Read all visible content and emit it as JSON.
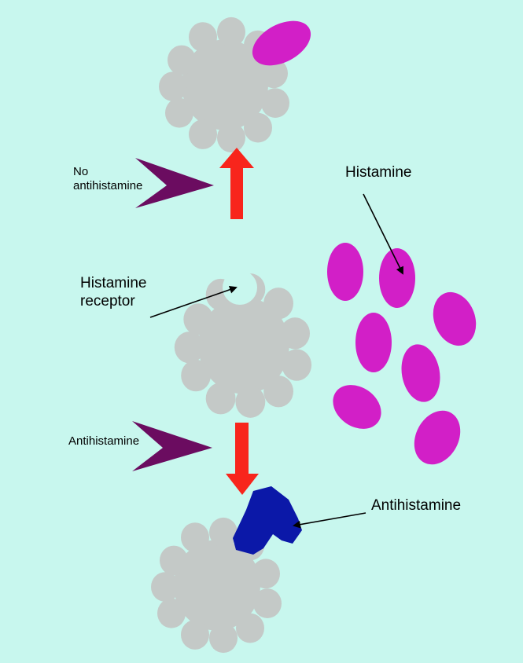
{
  "labels": {
    "no_antihistamine_line1": "No",
    "no_antihistamine_line2": "antihistamine",
    "histamine": "Histamine",
    "histamine_receptor_line1": "Histamine",
    "histamine_receptor_line2": "receptor",
    "antihistamine_left": "Antihistamine",
    "antihistamine_right": "Antihistamine"
  },
  "colors": {
    "background": "#c8f7ee",
    "receptor": "#c4c9c7",
    "histamine": "#d21fc7",
    "antihistamine_molecule": "#0b18a8",
    "process_arrow": "#f8251c",
    "chevron": "#6b0c60",
    "pointer": "#000000"
  },
  "histamine_molecule_count": 7
}
